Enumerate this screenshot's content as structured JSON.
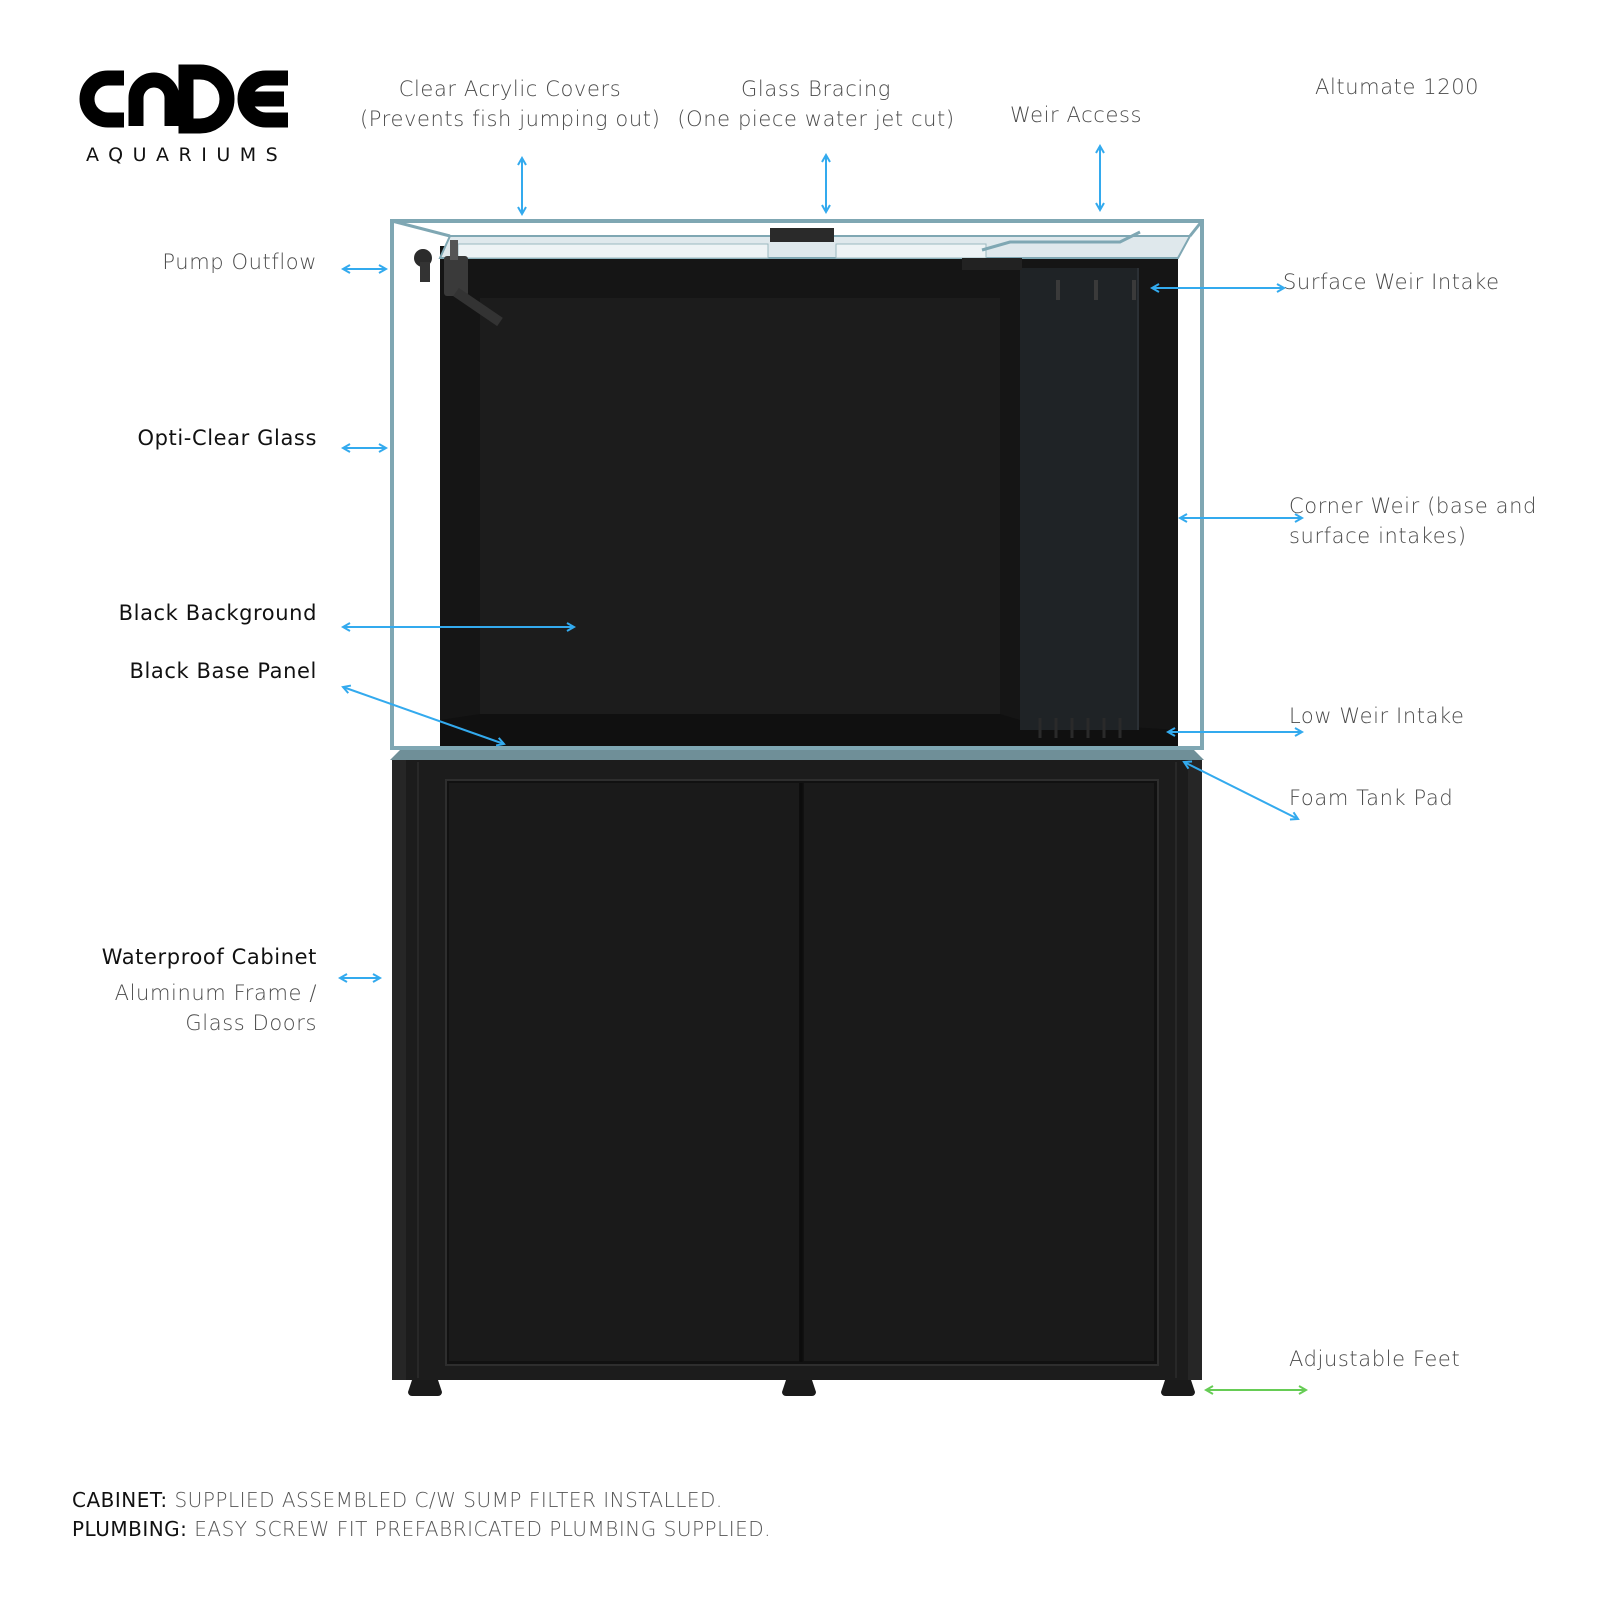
{
  "brand": {
    "name": "CADE",
    "subtitle": "AQUARIUMS"
  },
  "model": "Altumate 1200",
  "colors": {
    "arrow": "#33aaee",
    "arrow_feet": "#66cc55",
    "glass": "#7fa7b3",
    "cabinet": "#1c1c1c"
  },
  "callouts": {
    "acrylic_covers": {
      "line1": "Clear Acrylic Covers",
      "line2": "(Prevents fish jumping out)"
    },
    "glass_bracing": {
      "line1": "Glass Bracing",
      "line2": "(One piece water jet cut)"
    },
    "weir_access": "Weir Access",
    "pump_outflow": "Pump Outflow",
    "opti_clear": "Opti-Clear Glass",
    "black_background": "Black Background",
    "black_base_panel": "Black Base Panel",
    "waterproof_cabinet": "Waterproof Cabinet",
    "cabinet_detail": {
      "line1": "Aluminum Frame /",
      "line2": "Glass Doors"
    },
    "surface_weir": "Surface Weir Intake",
    "corner_weir": {
      "line1": "Corner Weir (base and",
      "line2": "surface intakes)"
    },
    "low_weir": "Low Weir Intake",
    "foam_pad": "Foam Tank Pad",
    "adjustable_feet": "Adjustable Feet"
  },
  "footer": {
    "cabinet_label": "CABINET:",
    "cabinet_text": " SUPPLIED ASSEMBLED C/W SUMP FILTER INSTALLED.",
    "plumbing_label": "PLUMBING:",
    "plumbing_text": " EASY SCREW FIT PREFABRICATED PLUMBING SUPPLIED."
  }
}
